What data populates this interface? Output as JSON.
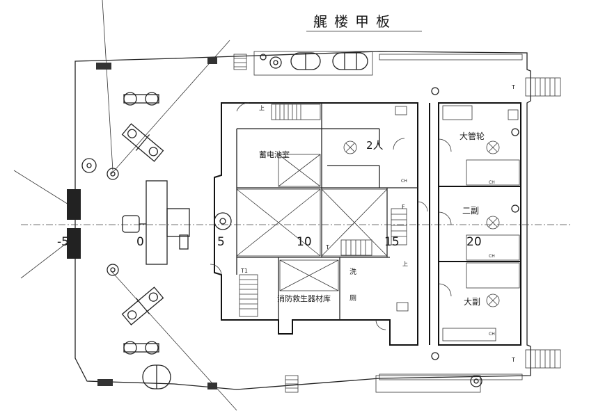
{
  "title": "艉楼甲板",
  "rooms": {
    "battery_room": "蓄电池室",
    "crew_2p": "2人",
    "chief_engineer": "大管轮",
    "second_engineer": "二副",
    "chief_officer": "大副",
    "fire_store": "消防救生器材库",
    "galley_small": "洗",
    "toilet": "厕"
  },
  "frame_numbers": [
    "-5",
    "0",
    "5",
    "10",
    "15",
    "20"
  ],
  "small_marks": {
    "t_mark": "T",
    "f_mark": "F",
    "up_mark": "上",
    "t1_mark": "T1",
    "fb_mark": "F",
    "ch_mark": "CH"
  }
}
